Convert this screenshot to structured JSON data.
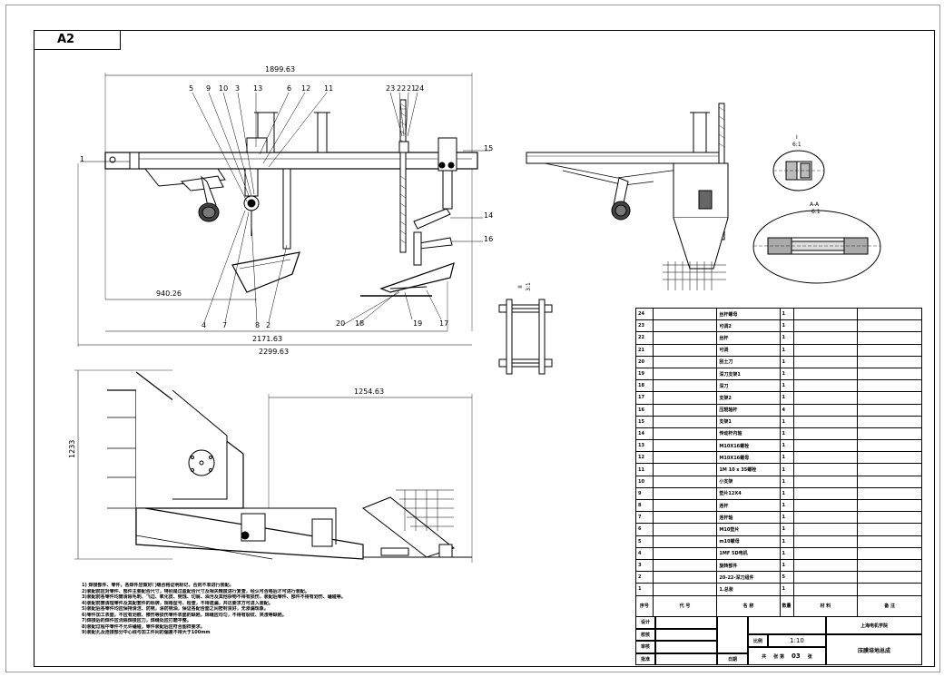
{
  "sheet": {
    "size_label": "A2"
  },
  "front_view": {
    "dims": {
      "overall_top": "1899.63",
      "left_offset": "940.26",
      "overall_mid": "2171.63",
      "overall_bottom": "2299.63"
    },
    "part_labels_top": [
      "5",
      "9",
      "10",
      "3",
      "13",
      "6",
      "12",
      "11",
      "23",
      "22",
      "21",
      "24"
    ],
    "part_labels_side": [
      "1",
      "15",
      "14",
      "16"
    ],
    "part_labels_bottom": [
      "4",
      "7",
      "8",
      "2",
      "20",
      "18",
      "19",
      "17"
    ]
  },
  "detail_views": {
    "detail_i": {
      "label": "I",
      "scale": "6:1"
    },
    "detail_aa": {
      "label": "A-A",
      "scale": "6:1"
    },
    "detail_ii": {
      "label": "II",
      "scale": "3:1"
    }
  },
  "top_view": {
    "dims": {
      "width": "1254.63",
      "height": "1233"
    }
  },
  "notes": [
    "1) 焊接部件、零件，各焊件应做好门缝合格证明标记，否则不准进行装配。",
    "2)装配前应对零件、部件主要配合尺寸，特别是过盈配合尺寸及相关精度进行复查，经认可合格后才可进行装配。",
    "3)装配前各零件均需清除毛刺、飞边、氧化皮、锈蚀、切屑、油污及其他杂物不得有损伤，装配后零件、部件不得有划伤、磕碰等。",
    "4)装配前需清理零件及其配套件的标牌，规格型号、检查，不得遗漏，并达要求方可进入装配。",
    "5)装配后各零件均应保持清洁、防锈，涂防锈油，保证各配合面之间密封良好，无渗漏现象。",
    "6)零件加工表面，不应有划痕、擦伤等损伤零件表面的缺陷，焊缝应均匀，不得有裂纹、夹渣等缺陷。",
    "7)焊接后的焊件应消除焊接应力，焊缝处应打磨平整。",
    "8)装配过程中零件不允许磕碰，零件装配后应符合图样要求。",
    "9)装配孔及连接部分中心线与加工件间的偏差不得大于100mm"
  ],
  "bom": {
    "rows": [
      {
        "no": "24",
        "code": "",
        "name": "丝杆螺母",
        "qty": "1",
        "material": "",
        "remark": ""
      },
      {
        "no": "23",
        "code": "",
        "name": "可调2",
        "qty": "1",
        "material": "",
        "remark": ""
      },
      {
        "no": "22",
        "code": "",
        "name": "丝杆",
        "qty": "1",
        "material": "",
        "remark": ""
      },
      {
        "no": "21",
        "code": "",
        "name": "可调",
        "qty": "1",
        "material": "",
        "remark": ""
      },
      {
        "no": "20",
        "code": "",
        "name": "刮土刀",
        "qty": "1",
        "material": "",
        "remark": ""
      },
      {
        "no": "19",
        "code": "",
        "name": "深刀支架1",
        "qty": "1",
        "material": "",
        "remark": ""
      },
      {
        "no": "18",
        "code": "",
        "name": "深刀",
        "qty": "1",
        "material": "",
        "remark": ""
      },
      {
        "no": "17",
        "code": "",
        "name": "支架2",
        "qty": "1",
        "material": "",
        "remark": ""
      },
      {
        "no": "16",
        "code": "",
        "name": "压辊轴杆",
        "qty": "4",
        "material": "",
        "remark": ""
      },
      {
        "no": "15",
        "code": "",
        "name": "支架1",
        "qty": "1",
        "material": "",
        "remark": ""
      },
      {
        "no": "14",
        "code": "",
        "name": "传动杆内轴",
        "qty": "1",
        "material": "",
        "remark": ""
      },
      {
        "no": "13",
        "code": "",
        "name": "M10X16螺栓",
        "qty": "1",
        "material": "",
        "remark": ""
      },
      {
        "no": "12",
        "code": "",
        "name": "M10X16螺母",
        "qty": "1",
        "material": "",
        "remark": ""
      },
      {
        "no": "11",
        "code": "",
        "name": "1M 10 x 35螺栓",
        "qty": "1",
        "material": "",
        "remark": ""
      },
      {
        "no": "10",
        "code": "",
        "name": "小支架",
        "qty": "1",
        "material": "",
        "remark": ""
      },
      {
        "no": "9",
        "code": "",
        "name": "垫片12X4",
        "qty": "1",
        "material": "",
        "remark": ""
      },
      {
        "no": "8",
        "code": "",
        "name": "连杆",
        "qty": "1",
        "material": "",
        "remark": ""
      },
      {
        "no": "7",
        "code": "",
        "name": "连杆轴",
        "qty": "1",
        "material": "",
        "remark": ""
      },
      {
        "no": "6",
        "code": "",
        "name": "M10垫片",
        "qty": "1",
        "material": "",
        "remark": ""
      },
      {
        "no": "5",
        "code": "",
        "name": "m10螺母",
        "qty": "1",
        "material": "",
        "remark": ""
      },
      {
        "no": "4",
        "code": "",
        "name": "1MF 5D电机",
        "qty": "1",
        "material": "",
        "remark": ""
      },
      {
        "no": "3",
        "code": "",
        "name": "旋转部件",
        "qty": "1",
        "material": "",
        "remark": ""
      },
      {
        "no": "2",
        "code": "",
        "name": "20-22-深刀组件",
        "qty": "5",
        "material": "",
        "remark": ""
      },
      {
        "no": "1",
        "code": "",
        "name": "1.总装",
        "qty": "1",
        "material": "",
        "remark": ""
      }
    ],
    "header": {
      "no": "序号",
      "code": "代 号",
      "name": "名 称",
      "qty": "数量",
      "material": "材 料",
      "remark": "备 注"
    }
  },
  "title_block": {
    "designer_label": "设计",
    "checker_label": "校核",
    "review_label": "审核",
    "approve_label": "批准",
    "date_label": "日期",
    "scale_label": "比例",
    "scale_value": "1:10",
    "sheet_total_label": "共",
    "sheet_label": "张 第",
    "sheet_no": "03",
    "sheet_suffix": "张",
    "school": "上海电机学院",
    "drawing_title": "压膜培地总成"
  }
}
